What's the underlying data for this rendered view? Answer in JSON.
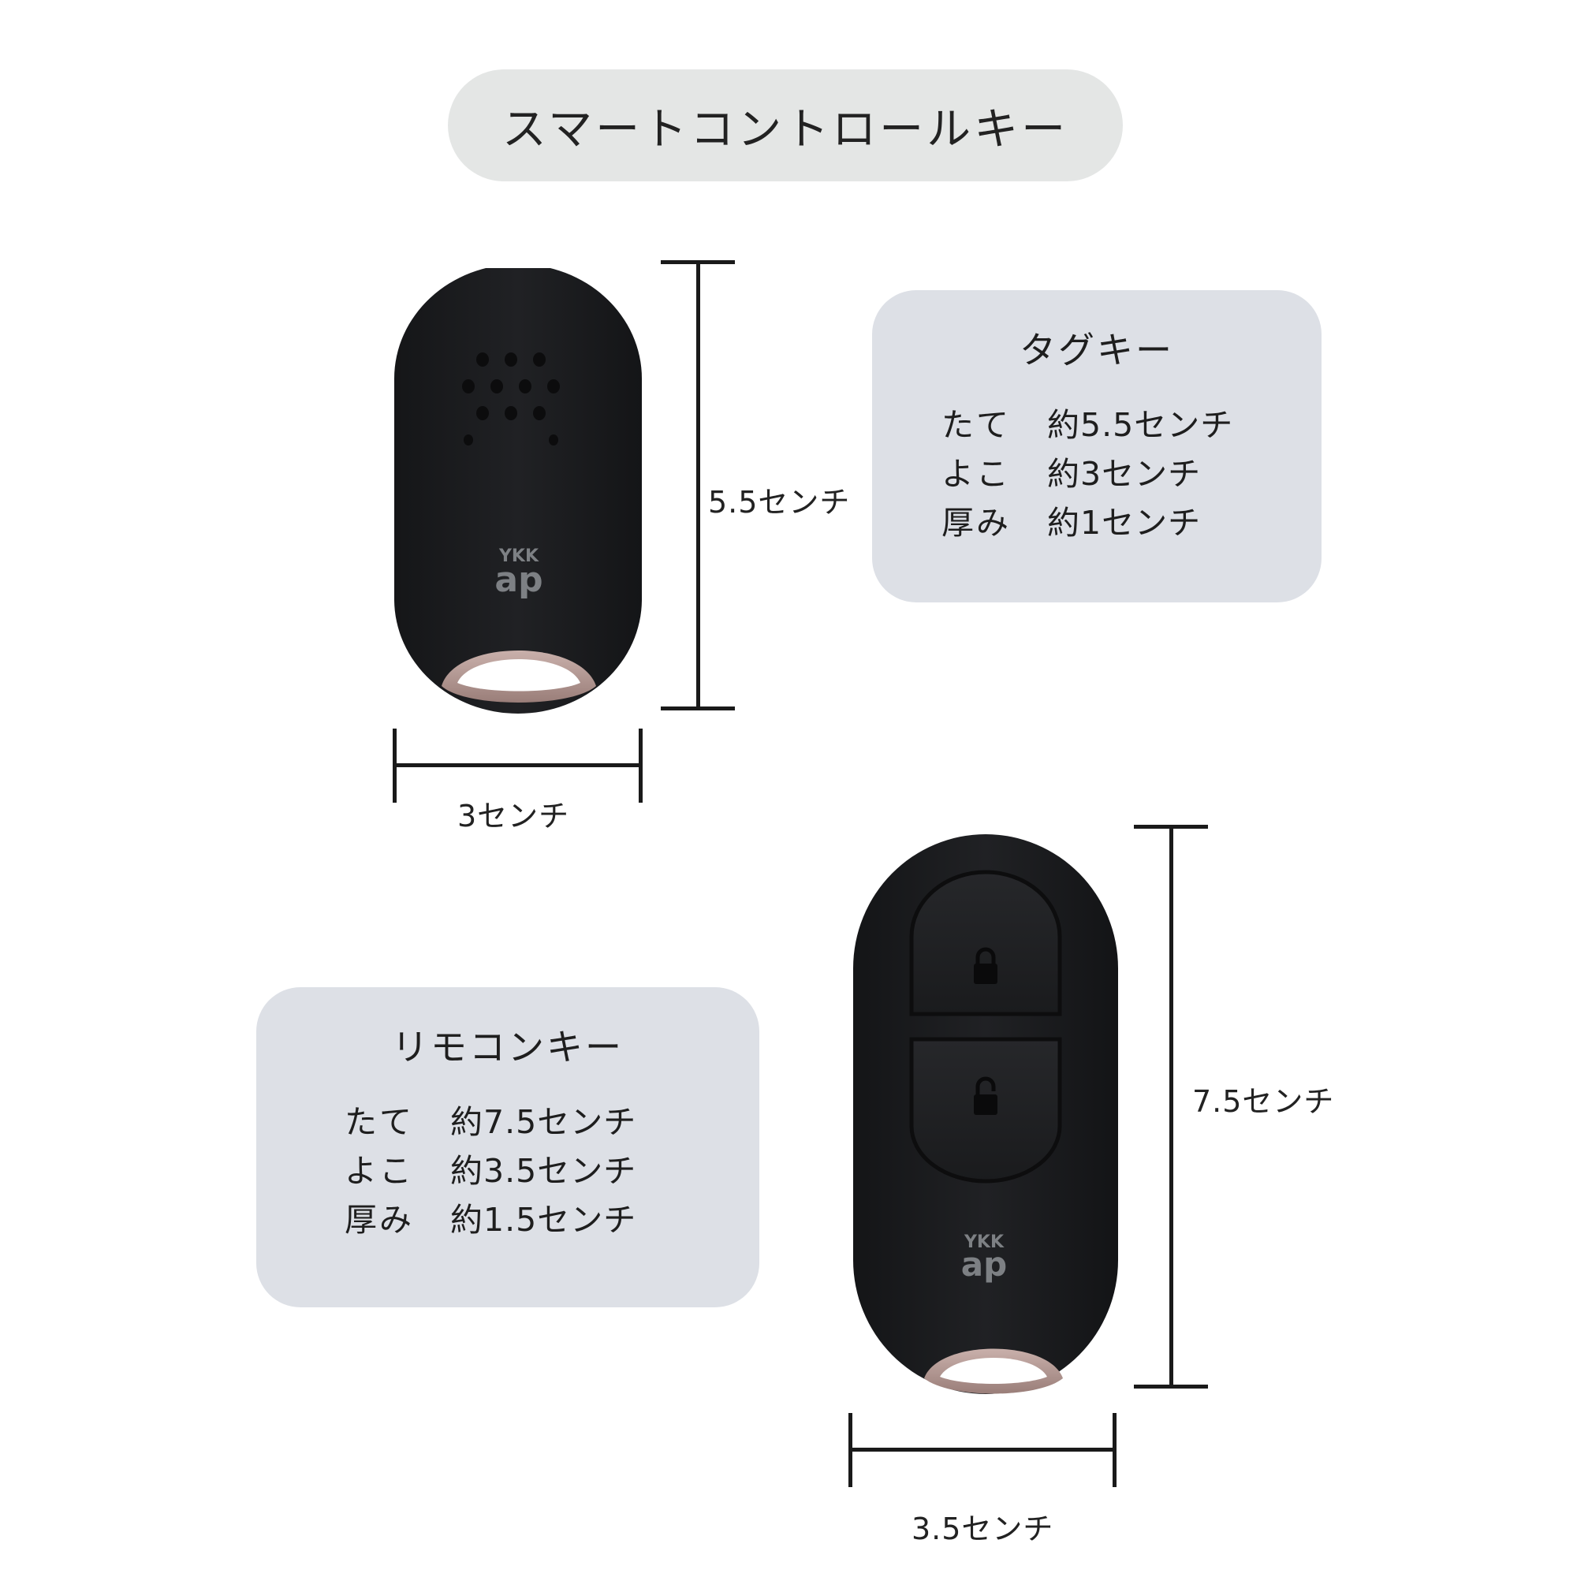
{
  "title": "スマートコントロールキー",
  "tag_key": {
    "name": "タグキー",
    "specs": [
      {
        "label": "たて",
        "value": "約5.5センチ"
      },
      {
        "label": "よこ",
        "value": "約3センチ"
      },
      {
        "label": "厚み",
        "value": "約1センチ"
      }
    ],
    "height_label": "5.5センチ",
    "width_label": "3センチ",
    "logo_top": "YKK",
    "logo_bottom": "ap"
  },
  "remote_key": {
    "name": "リモコンキー",
    "specs": [
      {
        "label": "たて",
        "value": "約7.5センチ"
      },
      {
        "label": "よこ",
        "value": "約3.5センチ"
      },
      {
        "label": "厚み",
        "value": "約1.5センチ"
      }
    ],
    "height_label": "7.5センチ",
    "width_label": "3.5センチ",
    "logo_top": "YKK",
    "logo_bottom": "ap"
  },
  "colors": {
    "title_background": "#e4e6e5",
    "card_background": "#dde0e6",
    "device_body": "#1b1c1e",
    "dimension_line": "#1a1a1a"
  }
}
